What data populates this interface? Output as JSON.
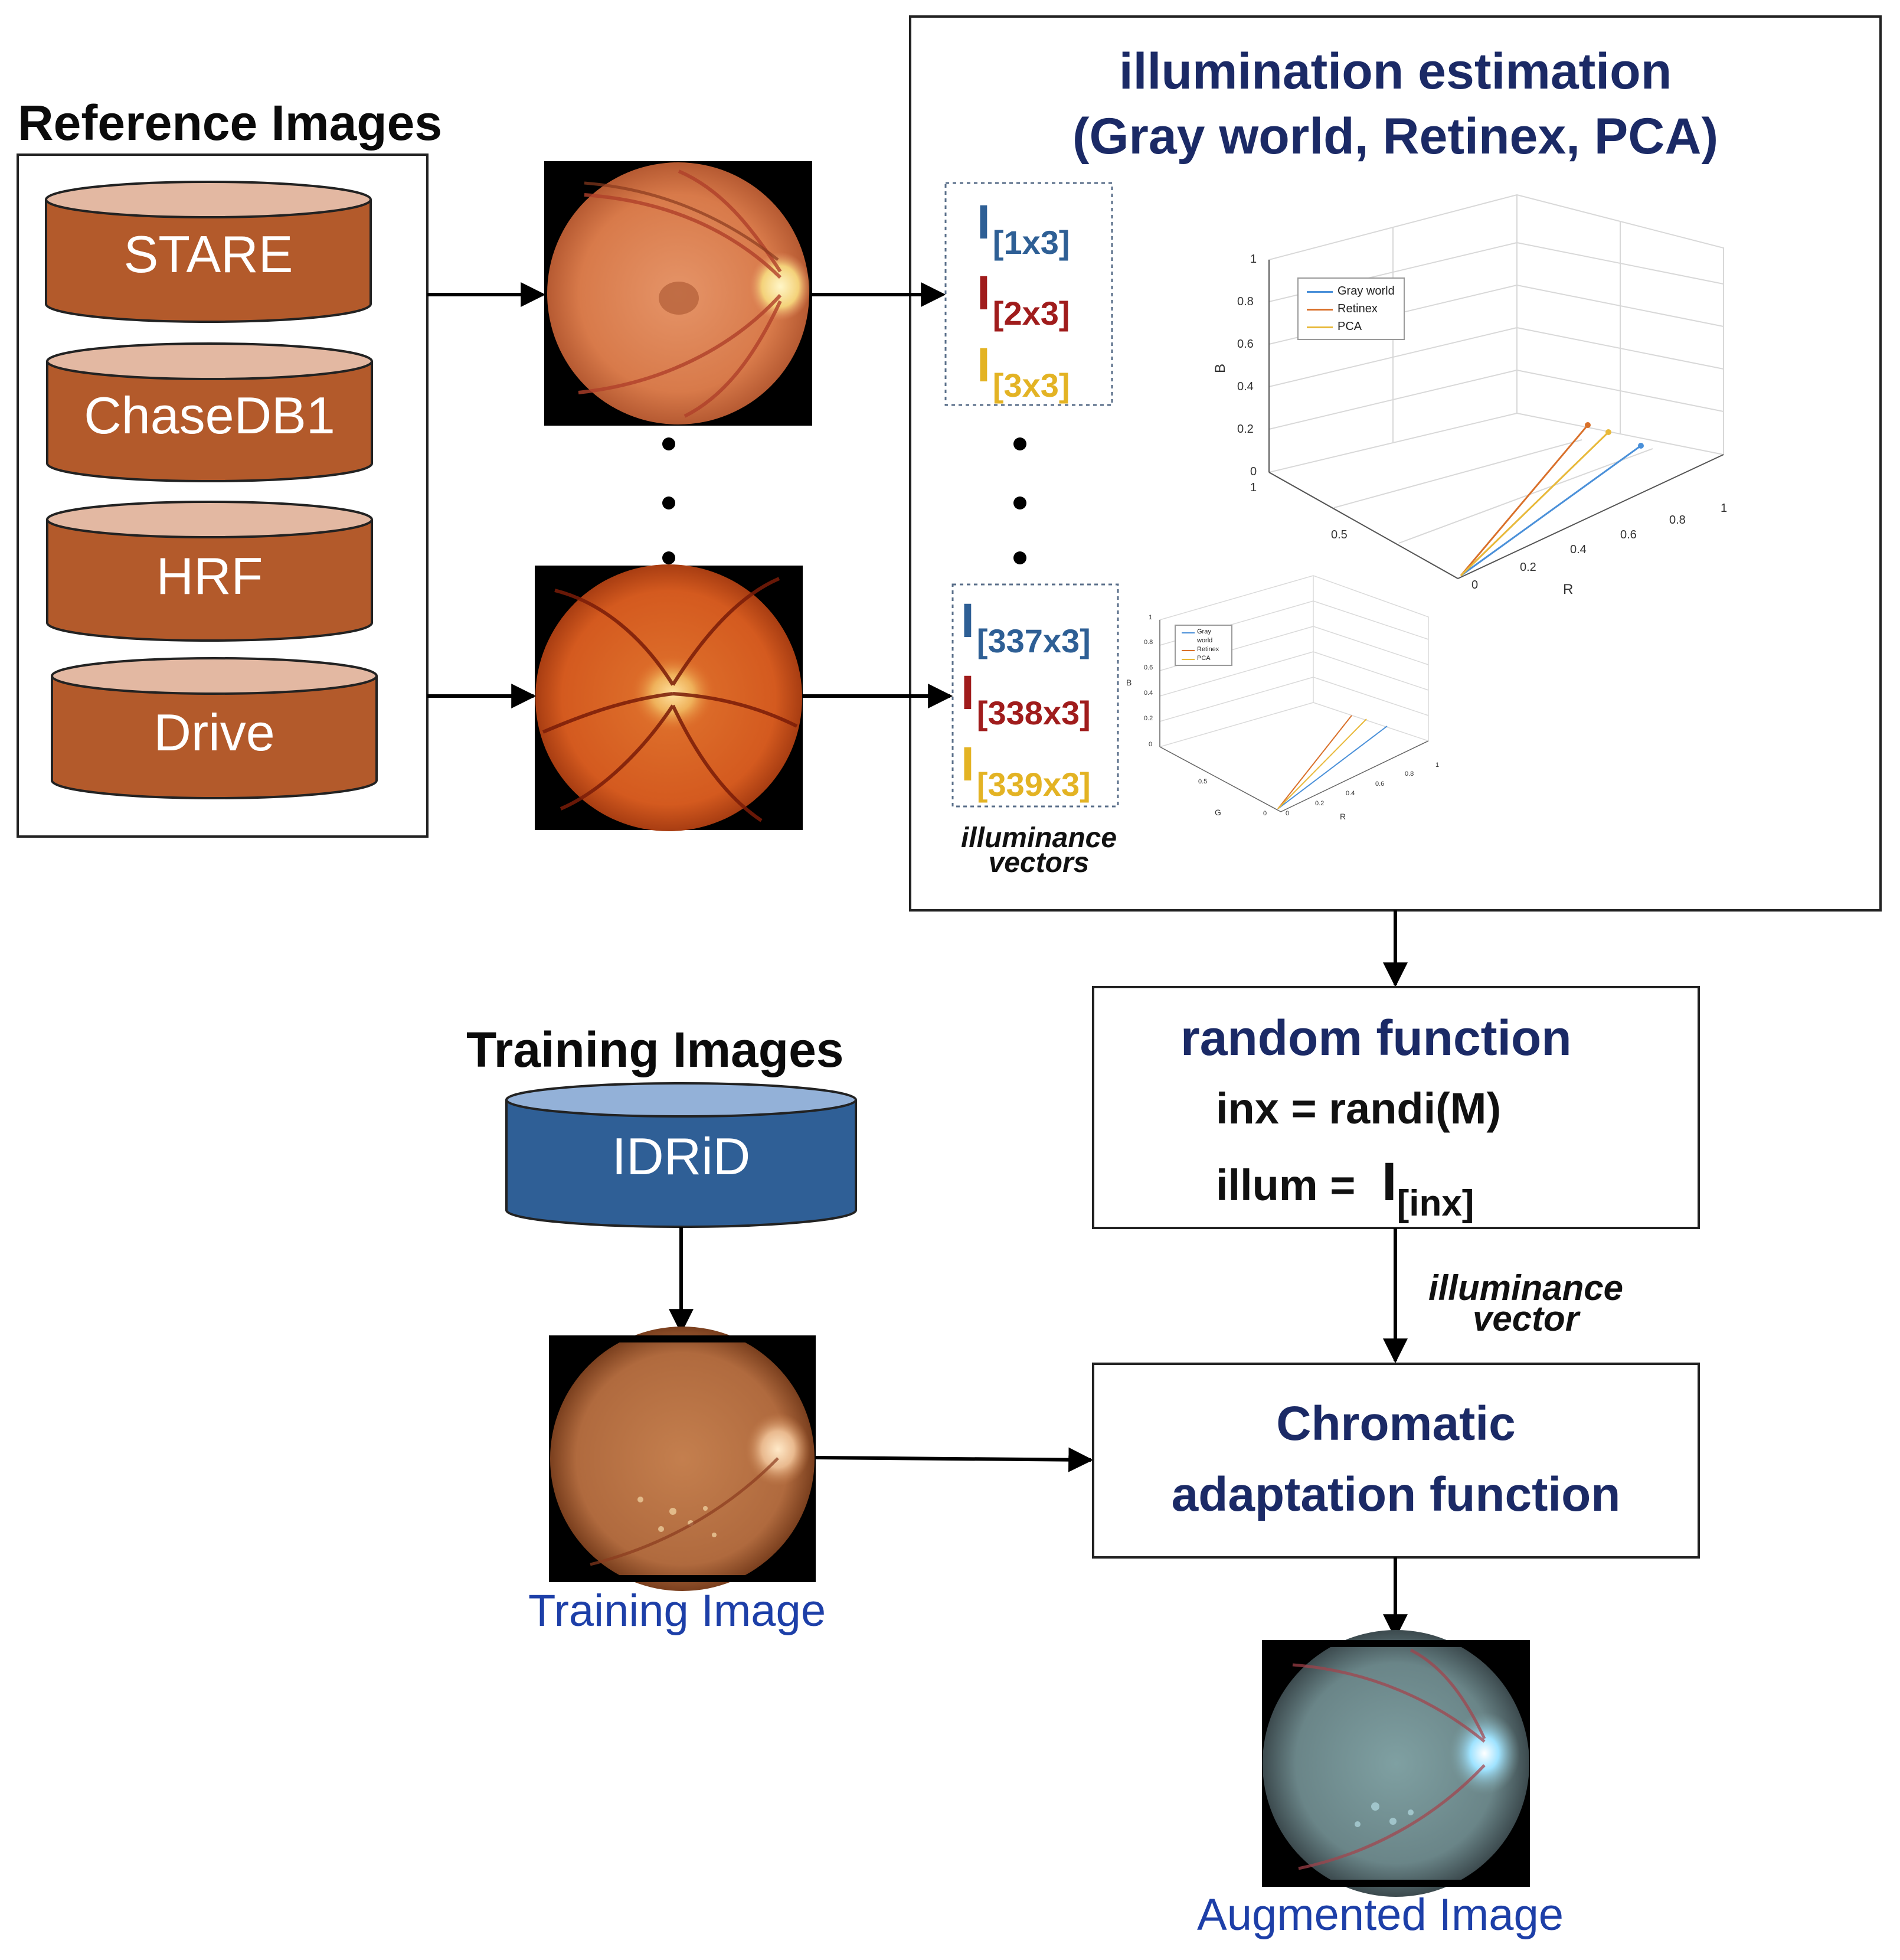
{
  "reference": {
    "title": "Reference Images",
    "datasets": [
      "STARE",
      "ChaseDB1",
      "HRF",
      "Drive"
    ]
  },
  "illumination": {
    "title_line1": "illumination estimation",
    "title_line2": "(Gray world, Retinex, PCA)",
    "vectors_top": [
      {
        "letter": "I",
        "sub": "[1x3]",
        "color": "#2e5f95"
      },
      {
        "letter": "I",
        "sub": "[2x3]",
        "color": "#a01c1c"
      },
      {
        "letter": "I",
        "sub": "[3x3]",
        "color": "#e3b324"
      }
    ],
    "vectors_bottom": [
      {
        "letter": "I",
        "sub": "[337x3]",
        "color": "#2e5f95"
      },
      {
        "letter": "I",
        "sub": "[338x3]",
        "color": "#a01c1c"
      },
      {
        "letter": "I",
        "sub": "[339x3]",
        "color": "#e3b324"
      }
    ],
    "vectors_caption_line1": "illuminance",
    "vectors_caption_line2": "vectors"
  },
  "plot_large": {
    "legend": [
      {
        "name": "Gray world",
        "color": "#4a90d9"
      },
      {
        "name": "Retinex",
        "color": "#d9702a"
      },
      {
        "name": "PCA",
        "color": "#e8b93a"
      }
    ],
    "zlabel": "B",
    "xlabel": "R",
    "z_ticks": [
      "1",
      "0.8",
      "0.6",
      "0.4",
      "0.2",
      "0"
    ],
    "x_ticks": [
      "0",
      "0.2",
      "0.4",
      "0.6",
      "0.8",
      "1"
    ],
    "y_ticks": [
      "1",
      "0.5"
    ]
  },
  "plot_small": {
    "legend": [
      {
        "name": "Gray world",
        "color": "#4a90d9"
      },
      {
        "name": "Retinex",
        "color": "#d9702a"
      },
      {
        "name": "PCA",
        "color": "#e8b93a"
      }
    ],
    "zlabel": "B",
    "xlabel": "R",
    "ylabel": "G",
    "z_ticks": [
      "1",
      "0.8",
      "0.6",
      "0.4",
      "0.2",
      "0"
    ],
    "x_ticks": [
      "0",
      "0.2",
      "0.4",
      "0.6",
      "0.8",
      "1"
    ],
    "y_ticks": [
      "0.5",
      "0"
    ]
  },
  "random": {
    "title": "random function",
    "line1": "inx = randi(M)",
    "line2_prefix": "illum =",
    "line2_letter": "I",
    "line2_sub": "[inx]"
  },
  "training": {
    "title": "Training Images",
    "dataset": "IDRiD",
    "image_caption": "Training Image"
  },
  "arrow_note": {
    "line1": "illuminance",
    "line2": "vector"
  },
  "chromatic": {
    "line1": "Chromatic",
    "line2": "adaptation function"
  },
  "augmented": {
    "caption": "Augmented Image"
  },
  "colors": {
    "cylinder_orange": "#b35a2b",
    "cylinder_orange_top": "#e3b8a2",
    "cylinder_blue": "#2f5f96",
    "cylinder_blue_top": "#93b1d8",
    "title_navy": "#1b2a66",
    "caption_blue": "#1d3fa8"
  }
}
